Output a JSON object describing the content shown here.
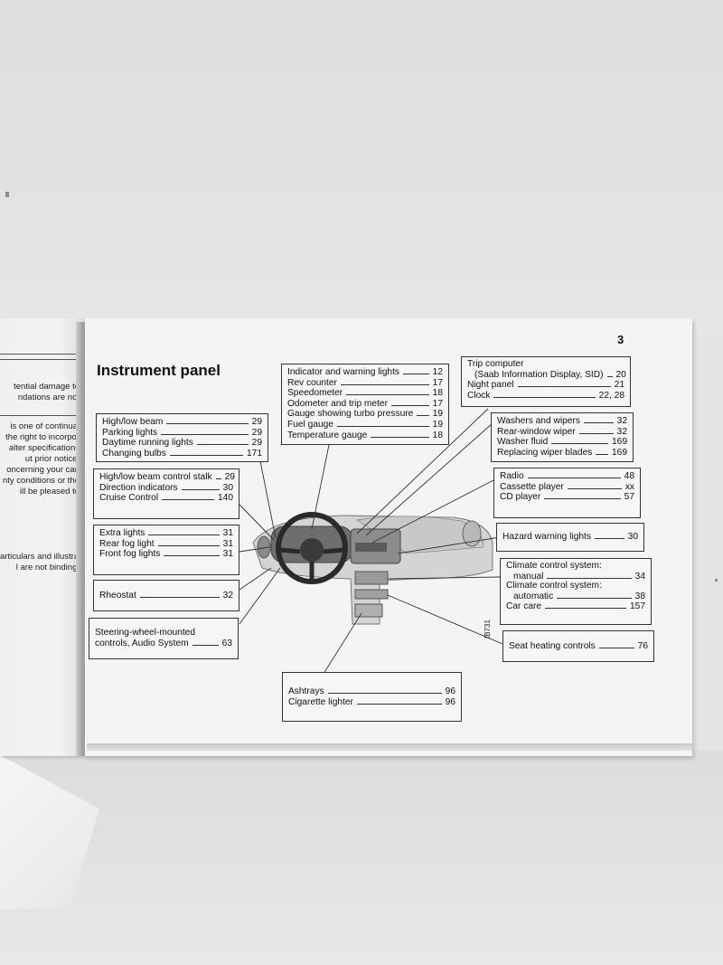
{
  "page": {
    "number": "3",
    "title": "Instrument panel",
    "figure_code": "IB731"
  },
  "left_page_fragments": [
    "tential damage to",
    "ndations are not",
    "is one of continual",
    "the right to incorpo-",
    "alter specifications",
    "ut prior notice.",
    "oncerning your car,",
    "nty conditions or the",
    "ill be pleased to",
    "articulars and illustra-",
    "l are not binding."
  ],
  "groups": [
    {
      "id": "indicators",
      "entries": [
        {
          "label": "Indicator and warning lights",
          "page": "12"
        },
        {
          "label": "Rev counter",
          "page": "17"
        },
        {
          "label": "Speedometer",
          "page": "18"
        },
        {
          "label": "Odometer and trip meter",
          "page": "17"
        },
        {
          "label": "Gauge showing turbo pressure",
          "page": "19"
        },
        {
          "label": "Fuel gauge",
          "page": "19"
        },
        {
          "label": "Temperature gauge",
          "page": "18"
        }
      ]
    },
    {
      "id": "trip-computer",
      "entries": [
        {
          "label": "Trip computer",
          "page": ""
        },
        {
          "label": "(Saab Information Display, SID)",
          "page": "20",
          "sub": true
        },
        {
          "label": "Night panel",
          "page": "21"
        },
        {
          "label": "Clock",
          "page": "22, 28"
        }
      ]
    },
    {
      "id": "beams",
      "entries": [
        {
          "label": "High/low beam",
          "page": "29"
        },
        {
          "label": "Parking lights",
          "page": "29"
        },
        {
          "label": "Daytime running lights",
          "page": "29"
        },
        {
          "label": "Changing bulbs",
          "page": "171"
        }
      ]
    },
    {
      "id": "wipers",
      "entries": [
        {
          "label": "Washers and wipers",
          "page": "32"
        },
        {
          "label": "Rear-window wiper",
          "page": "32"
        },
        {
          "label": "Washer fluid",
          "page": "169"
        },
        {
          "label": "Replacing wiper blades",
          "page": "169"
        }
      ]
    },
    {
      "id": "stalk",
      "entries": [
        {
          "label": "High/low beam control stalk",
          "page": "29"
        },
        {
          "label": "Direction indicators",
          "page": "30"
        },
        {
          "label": "Cruise Control",
          "page": "140"
        }
      ]
    },
    {
      "id": "radio",
      "entries": [
        {
          "label": "Radio",
          "page": "48"
        },
        {
          "label": "Cassette player",
          "page": "xx"
        },
        {
          "label": "CD player",
          "page": "57"
        }
      ]
    },
    {
      "id": "extra-lights",
      "entries": [
        {
          "label": "Extra lights",
          "page": "31"
        },
        {
          "label": "Rear fog light",
          "page": "31"
        },
        {
          "label": "Front fog lights",
          "page": "31"
        }
      ]
    },
    {
      "id": "hazard",
      "entries": [
        {
          "label": "Hazard warning lights",
          "page": "30"
        }
      ]
    },
    {
      "id": "rheostat",
      "entries": [
        {
          "label": "Rheostat",
          "page": "32"
        }
      ]
    },
    {
      "id": "climate",
      "entries": [
        {
          "label": "Climate control system:",
          "page": ""
        },
        {
          "label": "manual",
          "page": "34",
          "sub": true
        },
        {
          "label": "Climate control system:",
          "page": ""
        },
        {
          "label": "automatic",
          "page": "38",
          "sub": true
        },
        {
          "label": "Car care",
          "page": "157"
        }
      ]
    },
    {
      "id": "steering",
      "entries": [
        {
          "label": "Steering-wheel-mounted",
          "page": ""
        },
        {
          "label": "controls, Audio System",
          "page": "63"
        }
      ]
    },
    {
      "id": "seat-heating",
      "entries": [
        {
          "label": "Seat heating controls",
          "page": "76"
        }
      ]
    },
    {
      "id": "ashtrays",
      "entries": [
        {
          "label": "Ashtrays",
          "page": "96"
        },
        {
          "label": "Cigarette lighter",
          "page": "96"
        }
      ]
    }
  ]
}
